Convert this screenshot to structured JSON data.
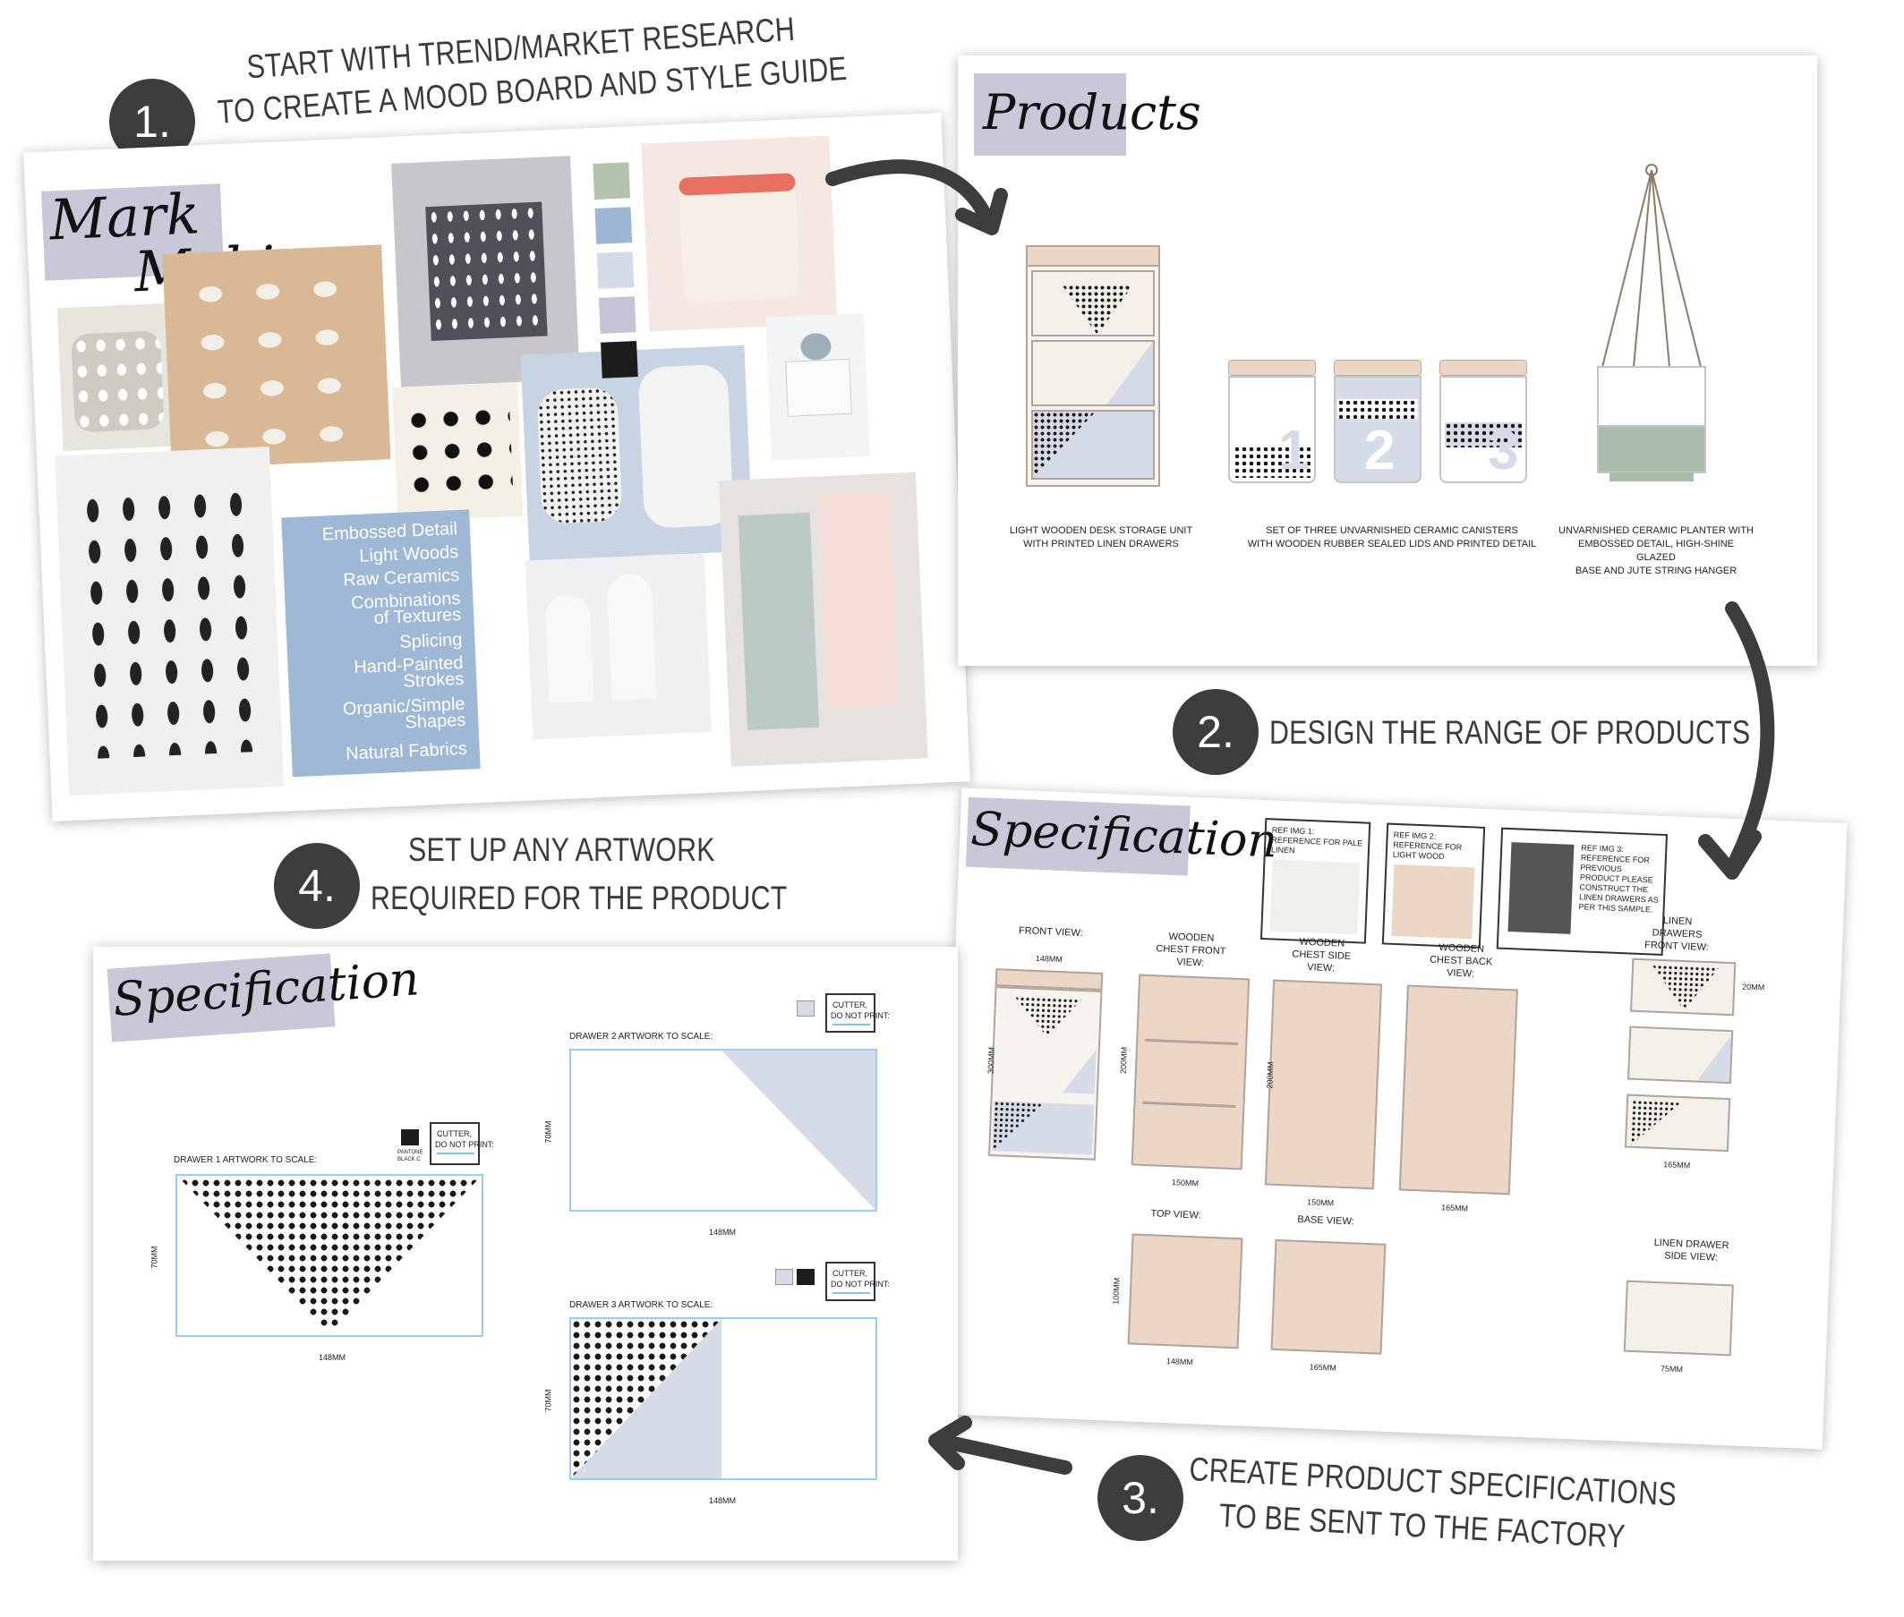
{
  "steps": [
    {
      "number": "1.",
      "line1": "START WITH TREND/MARKET RESEARCH",
      "line2": "TO CREATE A MOOD BOARD AND STYLE GUIDE"
    },
    {
      "number": "2.",
      "line1": "DESIGN THE RANGE OF PRODUCTS"
    },
    {
      "number": "3.",
      "line1": "CREATE PRODUCT SPECIFICATIONS",
      "line2": "TO BE SENT TO THE FACTORY"
    },
    {
      "number": "4.",
      "line1": "SET UP ANY ARTWORK",
      "line2": "REQUIRED FOR THE PRODUCT"
    }
  ],
  "moodboard": {
    "title_line1": "Mark",
    "title_line2": "Making",
    "keywords": [
      "Embossed Detail",
      "Light Woods",
      "Raw Ceramics",
      "Combinations",
      "of Textures",
      "Splicing",
      "Hand-Painted",
      "Strokes",
      "Organic/Simple",
      "Shapes",
      "Natural Fabrics"
    ],
    "palette": [
      "#b3c3ad",
      "#9eb6d4",
      "#d6dbe8",
      "#c5c3d5",
      "#1c1c1c"
    ]
  },
  "products": {
    "title": "Products",
    "canister_numbers": [
      "1",
      "2",
      "3"
    ],
    "captions": [
      {
        "line1": "LIGHT WOODEN DESK STORAGE UNIT",
        "line2": "WITH PRINTED LINEN DRAWERS"
      },
      {
        "line1": "SET OF THREE UNVARNISHED CERAMIC CANISTERS",
        "line2": "WITH WOODEN RUBBER SEALED LIDS AND PRINTED DETAIL"
      },
      {
        "line1": "UNVARNISHED CERAMIC PLANTER WITH",
        "line2": "EMBOSSED DETAIL, HIGH-SHINE GLAZED",
        "line3": "BASE AND JUTE STRING HANGER"
      }
    ]
  },
  "specification": {
    "title": "Specification",
    "refs": [
      "REF IMG 1: REFERENCE FOR PALE LINEN",
      "REF IMG 2: REFERENCE FOR LIGHT WOOD",
      "REF IMG 3: REFERENCE FOR PREVIOUS PRODUCT PLEASE CONSTRUCT THE LINEN DRAWERS AS PER THIS SAMPLE."
    ],
    "views": [
      "FRONT VIEW:",
      "WOODEN CHEST FRONT VIEW:",
      "WOODEN CHEST SIDE VIEW:",
      "WOODEN CHEST BACK VIEW:",
      "LINEN DRAWERS FRONT VIEW:",
      "TOP VIEW:",
      "BASE VIEW:",
      "LINEN DRAWER SIDE VIEW:"
    ],
    "dims": [
      "148mm",
      "150mm",
      "150mm",
      "165mm",
      "165mm",
      "148mm",
      "165mm",
      "300mm",
      "200mm",
      "200mm",
      "100mm",
      "20mm",
      "75mm"
    ]
  },
  "artwork": {
    "title": "Specification",
    "cutter_label_1": "CUTTER,",
    "cutter_label_2": "DO NOT PRINT:",
    "pantone_label": "PANTONE BLACK C",
    "drawer1": {
      "label": "DRAWER 1 ARTWORK TO SCALE:",
      "width": "148mm",
      "height": "70mm"
    },
    "drawer2": {
      "label": "DRAWER 2 ARTWORK TO SCALE:",
      "width": "148mm",
      "height": "70mm"
    },
    "drawer3": {
      "label": "DRAWER 3 ARTWORK TO SCALE:",
      "width": "148mm",
      "height": "70mm"
    }
  },
  "colors": {
    "accent_blue": "#d6dbe8",
    "tag": "#c9c8d8",
    "step_circle": "#3d3d3d",
    "arrow": "#3d3d3d"
  }
}
